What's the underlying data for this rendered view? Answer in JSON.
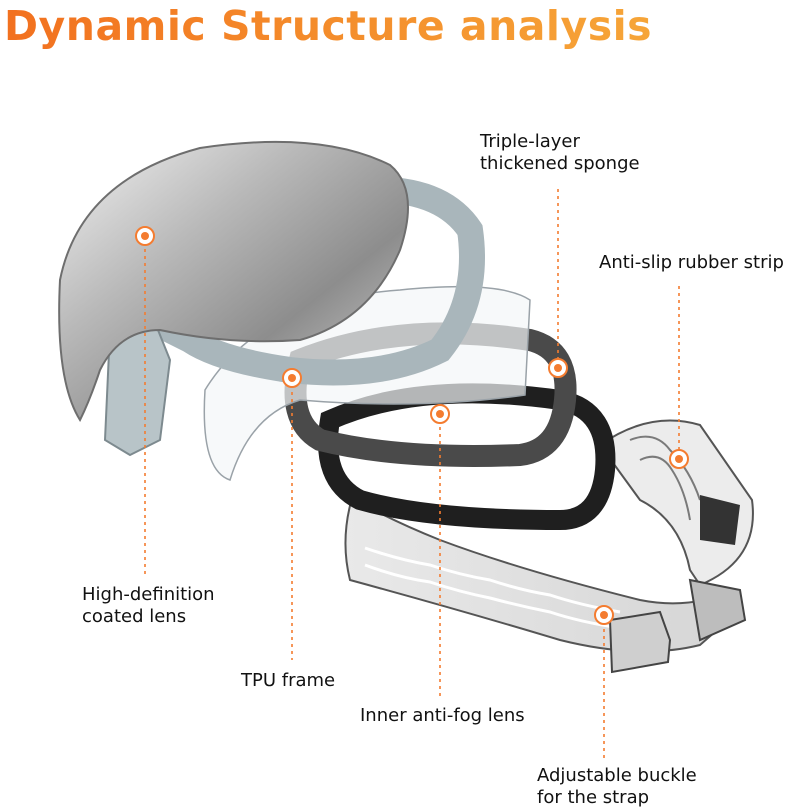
{
  "title": "Dynamic Structure analysis",
  "accent_color": "#f47c30",
  "labels": {
    "hd_lens": [
      "High-definition",
      "coated lens"
    ],
    "tpu_frame": [
      "TPU frame"
    ],
    "inner_lens": [
      "Inner anti-fog lens"
    ],
    "sponge": [
      "Triple-layer",
      "thickened sponge"
    ],
    "rubber_strip": [
      "Anti-slip rubber strip"
    ],
    "buckle": [
      "Adjustable buckle",
      "for the strap"
    ]
  }
}
